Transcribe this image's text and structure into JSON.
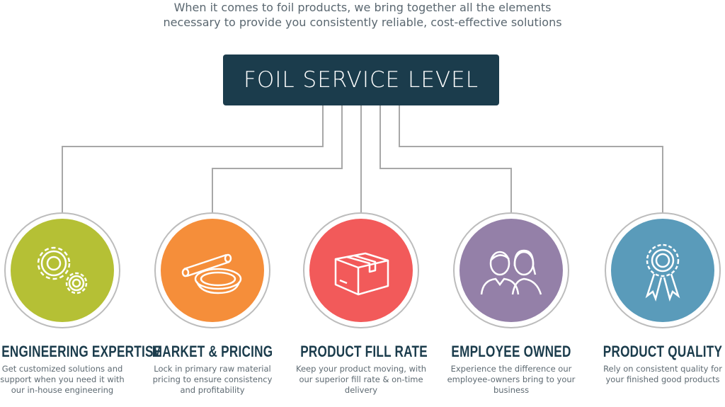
{
  "intro": [
    "When it comes to foil products, we bring together all the elements",
    "necessary to provide you consistently reliable, cost-effective solutions"
  ],
  "title": "FOIL SERVICE LEVEL",
  "items": [
    {
      "title": "ENGINEERING EXPERTISE",
      "desc": "Get customized solutions and support when you need it with our in-house engineering",
      "color": "#b5c035",
      "icon": "gears-icon"
    },
    {
      "title": "MARKET & PRICING",
      "desc": "Lock in primary raw material pricing to ensure consistency and profitability",
      "color": "#f58e3a",
      "icon": "foil-roll-pan-icon"
    },
    {
      "title": "PRODUCT FILL RATE",
      "desc": "Keep your product moving, with our superior fill rate & on-time delivery",
      "color": "#f25a5a",
      "icon": "box-icon"
    },
    {
      "title": "EMPLOYEE OWNED",
      "desc": "Experience the difference our employee-owners bring to your business",
      "color": "#9480a8",
      "icon": "people-icon"
    },
    {
      "title": "PRODUCT QUALITY",
      "desc": "Rely on consistent quality for your finished good products",
      "color": "#5a9bba",
      "icon": "award-ribbon-icon"
    }
  ]
}
